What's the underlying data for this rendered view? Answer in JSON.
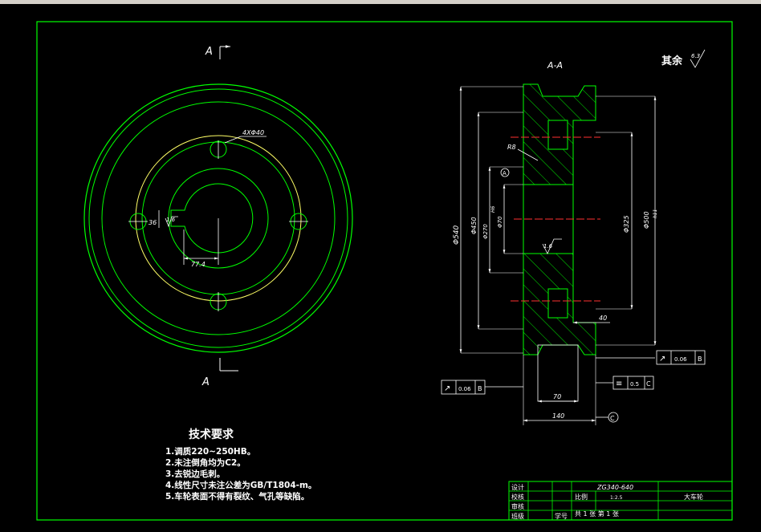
{
  "section_mark_top": "A",
  "section_mark_bottom": "A",
  "section_title": "A-A",
  "roughness_note": {
    "label": "其余",
    "value": "6.3"
  },
  "front_view": {
    "hole_callout": "4XΦ40",
    "keyway_width": "36",
    "roughness": "1.6",
    "keyway_depth": "77.4"
  },
  "section_view": {
    "radius_label": "R8",
    "datum_a": "A",
    "roughness_inner": "1.6",
    "dia_outer": "Φ540",
    "dia_inner_left": "Φ450",
    "dia_bore_a": "Φ270",
    "dia_bore_b": "Φ70",
    "dia_tolerance": "H6",
    "dia_325": "Φ325",
    "dia_500": "Φ500",
    "dia_500_tol": "h11",
    "hub_right_dim": "40",
    "hub_width": "70",
    "total_width": "140",
    "datum_c": "C"
  },
  "tolerance_frames": {
    "right": {
      "symbol": "↗",
      "value": "0.06",
      "datum": "B"
    },
    "left": {
      "symbol": "↗",
      "value": "0.06",
      "datum": "B"
    },
    "symmetry": {
      "symbol": "≡",
      "value": "0.5",
      "datum": "C"
    }
  },
  "tech_requirements": {
    "title": "技术要求",
    "items": [
      "1.调质220~250HB。",
      "2.未注倒角均为C2。",
      "3.去锐边毛刺。",
      "4.线性尺寸未注公差为GB/T1804-m。",
      "5.车轮表面不得有裂纹、气孔等缺陷。"
    ]
  },
  "title_block": {
    "row_labels": [
      "设计",
      "校核",
      "审核",
      "班级"
    ],
    "material": "ZG340-640",
    "scale_label": "比例",
    "scale_value": "1:2.5",
    "part_name": "大车轮",
    "student_no_label": "学号",
    "sheets": "共 1 张   第 1 张"
  },
  "colors": {
    "border": "#00ff00",
    "outline": "#00ff00",
    "dimension": "#ffffff",
    "center_line": "#ff3030",
    "pitch_circle": "#ffff66",
    "hatch": "#00ff00"
  }
}
